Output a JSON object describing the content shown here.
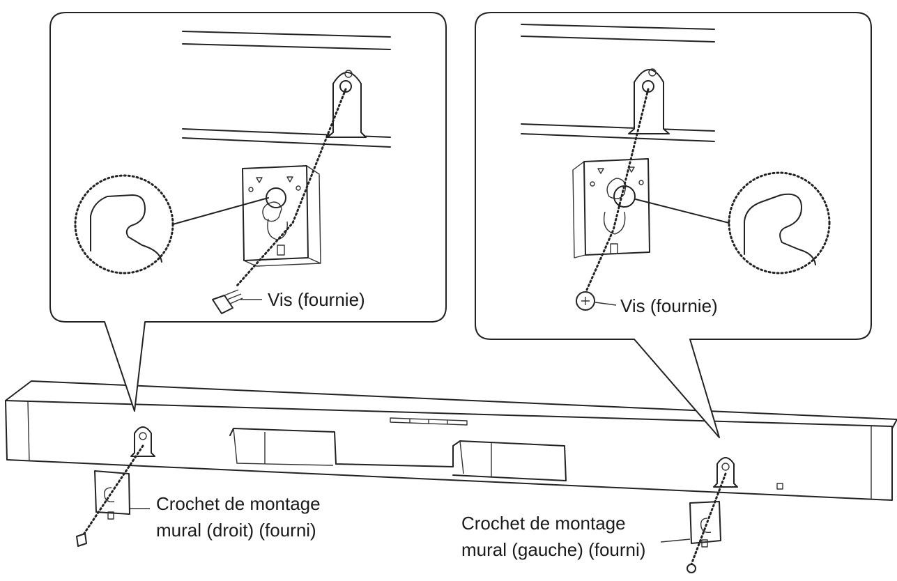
{
  "labels": {
    "screw_left": "Vis (fournie)",
    "screw_right": "Vis (fournie)",
    "bracket_right_line1": "Crochet de montage",
    "bracket_right_line2": "mural (droit) (fourni)",
    "bracket_left_line1": "Crochet de montage",
    "bracket_left_line2": "mural (gauche) (fourni)"
  },
  "colors": {
    "line": "#222222",
    "background": "#ffffff"
  }
}
